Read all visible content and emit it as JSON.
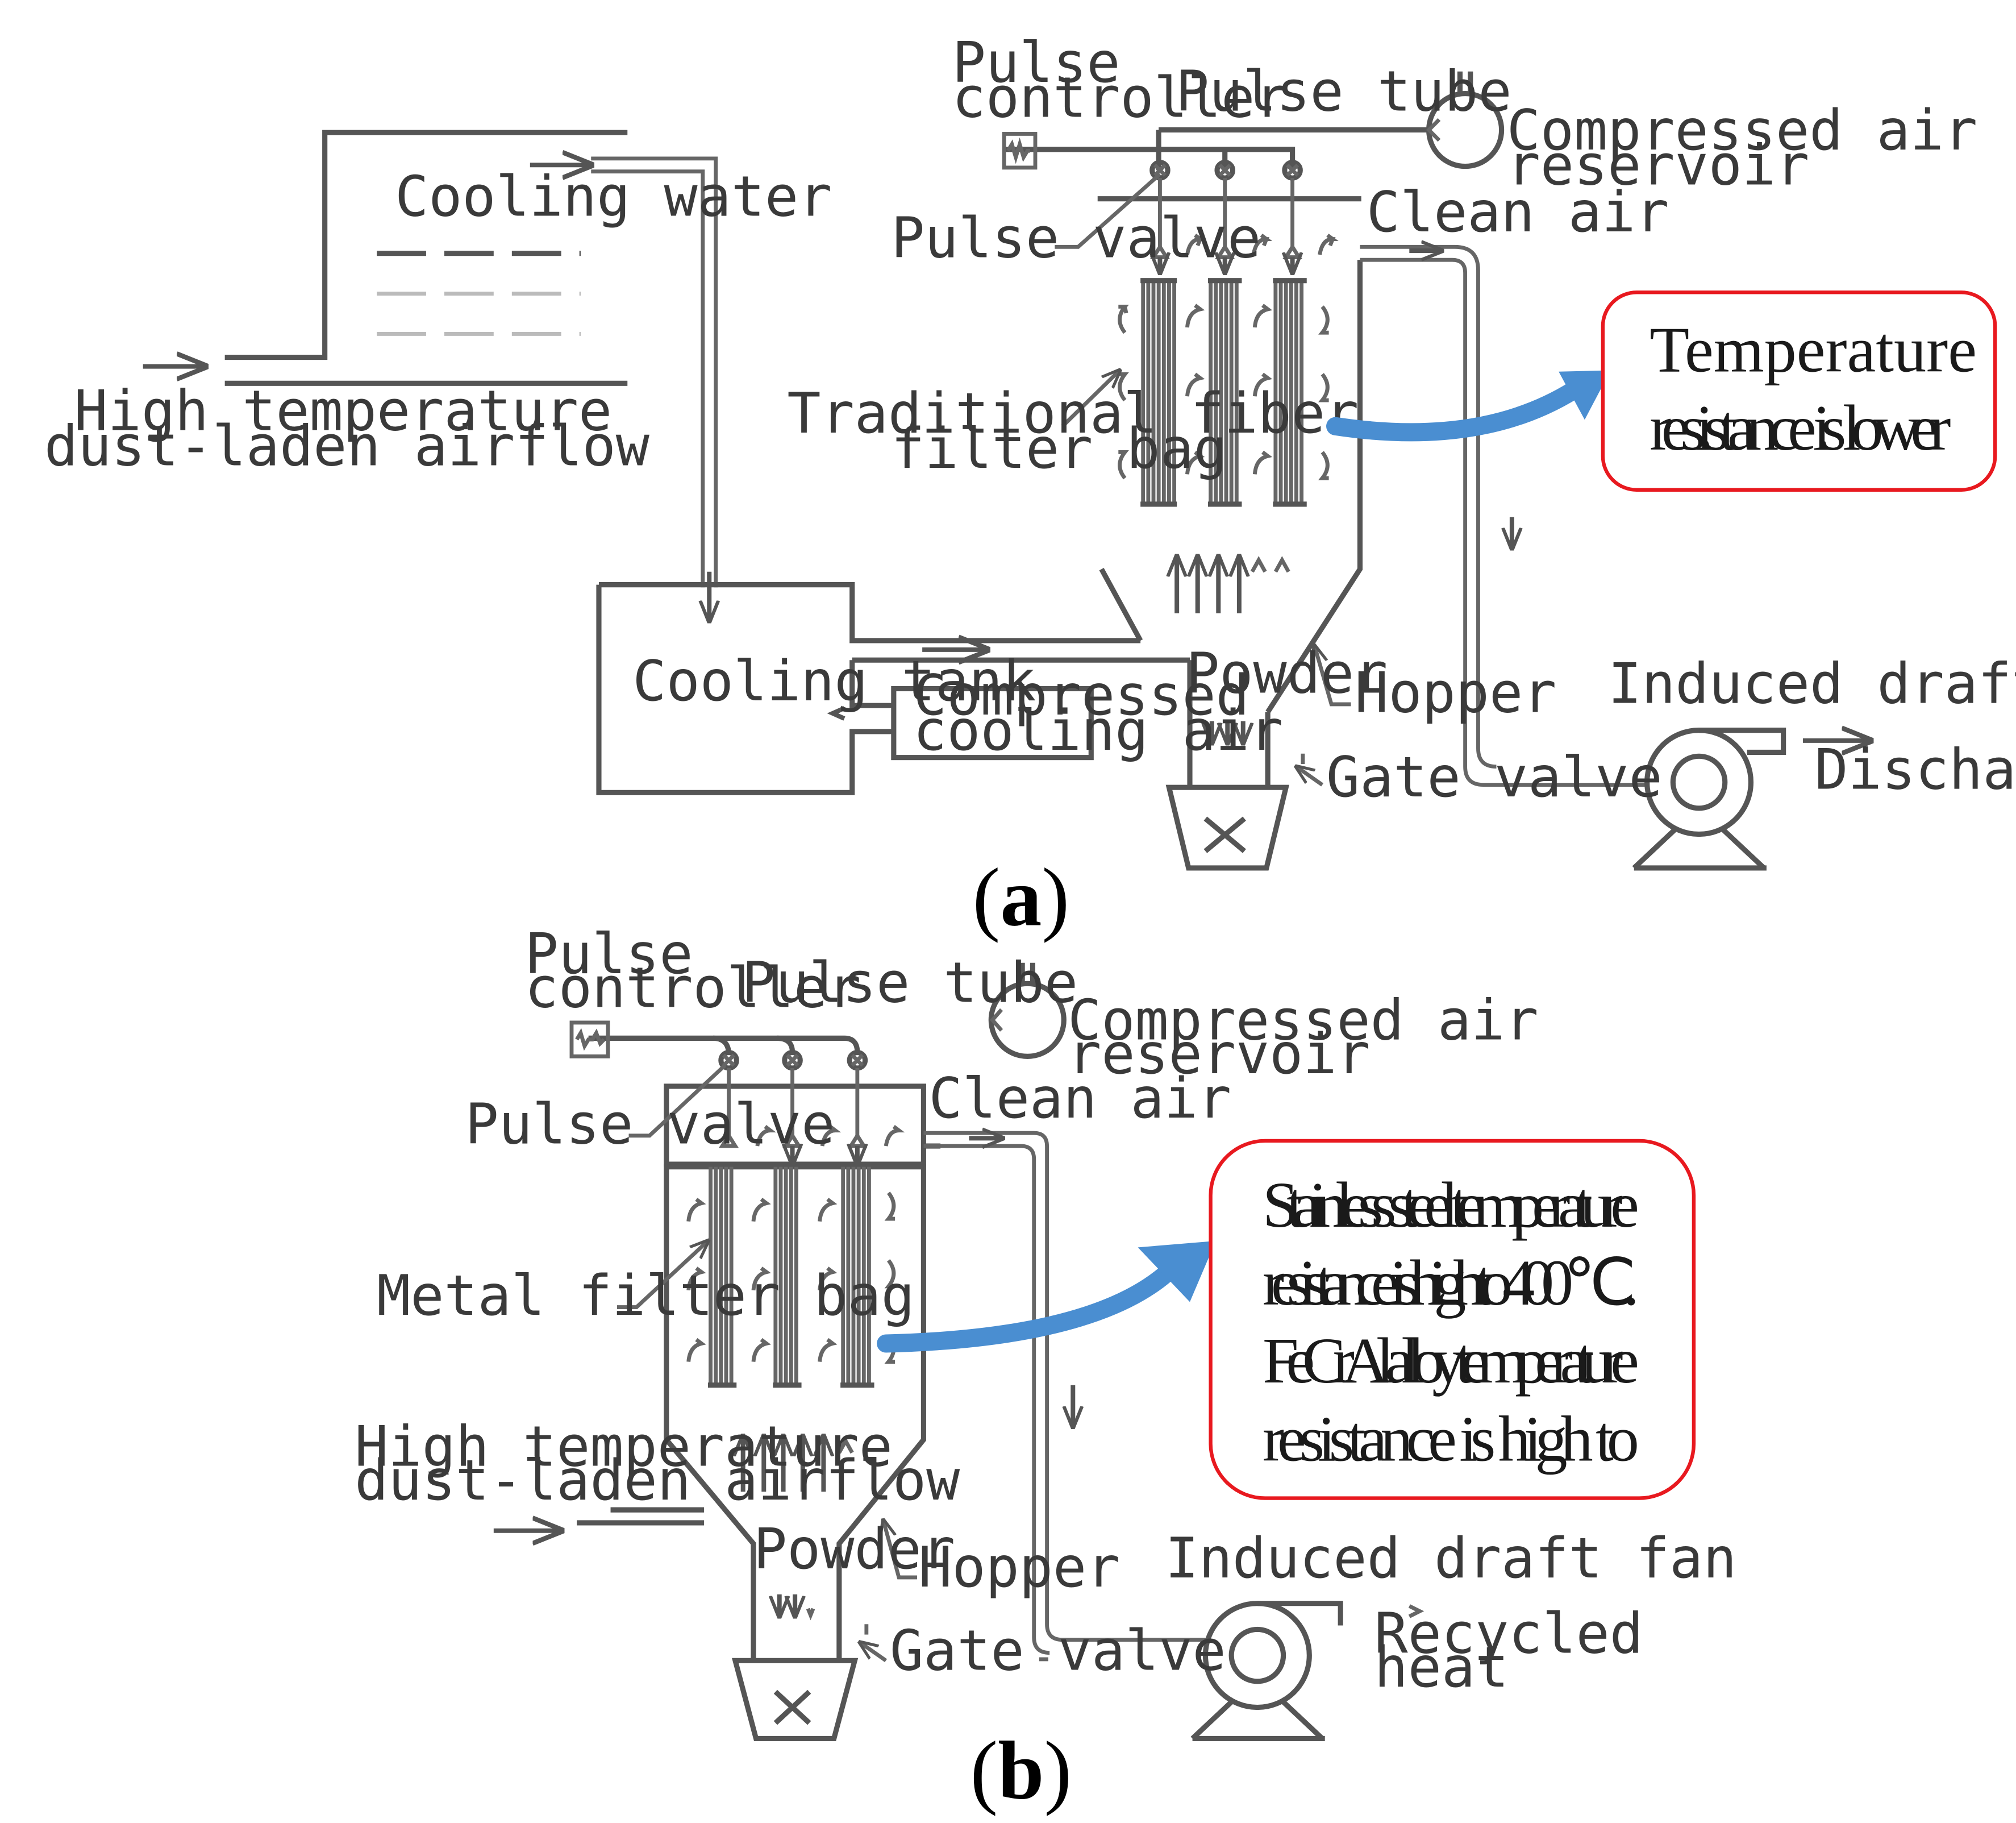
{
  "accent": {
    "callout_border": "#e8191f",
    "callout_arrow": "#4a8ed1",
    "line": "#555555"
  },
  "panel_a": {
    "caption_open": "(",
    "caption_letter": "a",
    "caption_close": ")",
    "labels": {
      "pulse_controller_1": "Pulse",
      "pulse_controller_2": "controller",
      "pulse_tube": "Pulse tube",
      "air_reservoir_1": "Compressed air",
      "air_reservoir_2": "reservoir",
      "pulse_valve": "Pulse valve",
      "clean_air": "Clean air",
      "cooling_water": "Cooling water",
      "inlet_1": "High temperature",
      "inlet_2": "dust-laden airflow",
      "filter_bag_1": "Traditional fiber",
      "filter_bag_2": "filter bag",
      "cooling_tank": "Cooling tank",
      "cooling_air_1": "Compressed",
      "cooling_air_2": "cooling air",
      "powder": "Powder",
      "hopper": "Hopper",
      "gate_valve": "Gate valve",
      "fan": "Induced draft fan",
      "discharge": "Discharge"
    },
    "callout": {
      "line1": "Temperature",
      "line2": "resistance is lower"
    }
  },
  "panel_b": {
    "caption_open": "(",
    "caption_letter": "b",
    "caption_close": ")",
    "labels": {
      "pulse_controller_1": "Pulse",
      "pulse_controller_2": "controller",
      "pulse_tube": "Pulse tube",
      "air_reservoir_1": "Compressed air",
      "air_reservoir_2": "reservoir",
      "pulse_valve": "Pulse valve",
      "clean_air": "Clean air",
      "filter_bag": "Metal filter bag",
      "inlet_1": "High temperature",
      "inlet_2": "dust-laden airflow",
      "powder": "Powder",
      "hopper": "Hopper",
      "gate_valve": "Gate valve",
      "fan": "Induced draft fan",
      "recycled_1": "Recycled",
      "recycled_2": "heat"
    },
    "callout": {
      "line1": "Stainless steel temperature",
      "line2": "resistance is high to 400 ℃.",
      "line3": "FeCrAl alloy temperature",
      "line4": "resistance is high to"
    }
  }
}
